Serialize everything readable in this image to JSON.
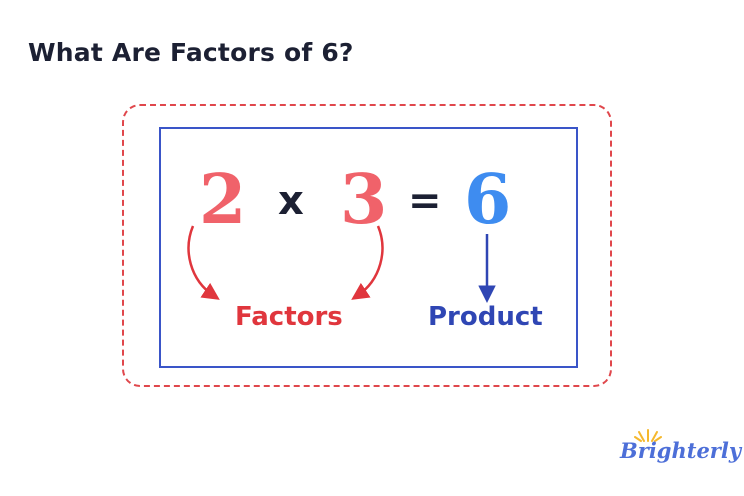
{
  "title": "What Are Factors of 6?",
  "equation": {
    "factor_a": "2",
    "times": "x",
    "factor_b": "3",
    "equals": "=",
    "product": "6"
  },
  "labels": {
    "factors": "Factors",
    "product": "Product"
  },
  "logo": {
    "text": "Brighterly"
  },
  "colors": {
    "factor": "#f0626a",
    "factor_label": "#e0363d",
    "product": "#3e8cf0",
    "product_label": "#2f46b4",
    "dashed_frame": "#e0474c",
    "solid_frame": "#3a55c8",
    "text": "#1c2033",
    "logo": "#4d6fd8",
    "logo_rays": "#f5b82e"
  }
}
